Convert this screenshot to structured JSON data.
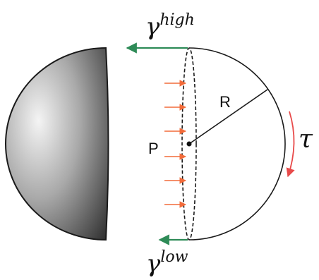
{
  "labels": {
    "gamma_high": {
      "base": "γ",
      "sup": "high"
    },
    "gamma_low": {
      "base": "γ",
      "sup": "low"
    },
    "radius": "R",
    "pressure": "P",
    "torque": "τ"
  },
  "colors": {
    "gamma_high_arrow": "#2e8b57",
    "gamma_low_arrow": "#2e8b57",
    "pressure_arrows": "#f26b3a",
    "torque_arrow": "#e84a4a",
    "hemisphere_light": "#f4f4f4",
    "hemisphere_dark": "#3a3a3a",
    "outline": "#1a1a1a"
  },
  "pressure_arrow_count": 6
}
